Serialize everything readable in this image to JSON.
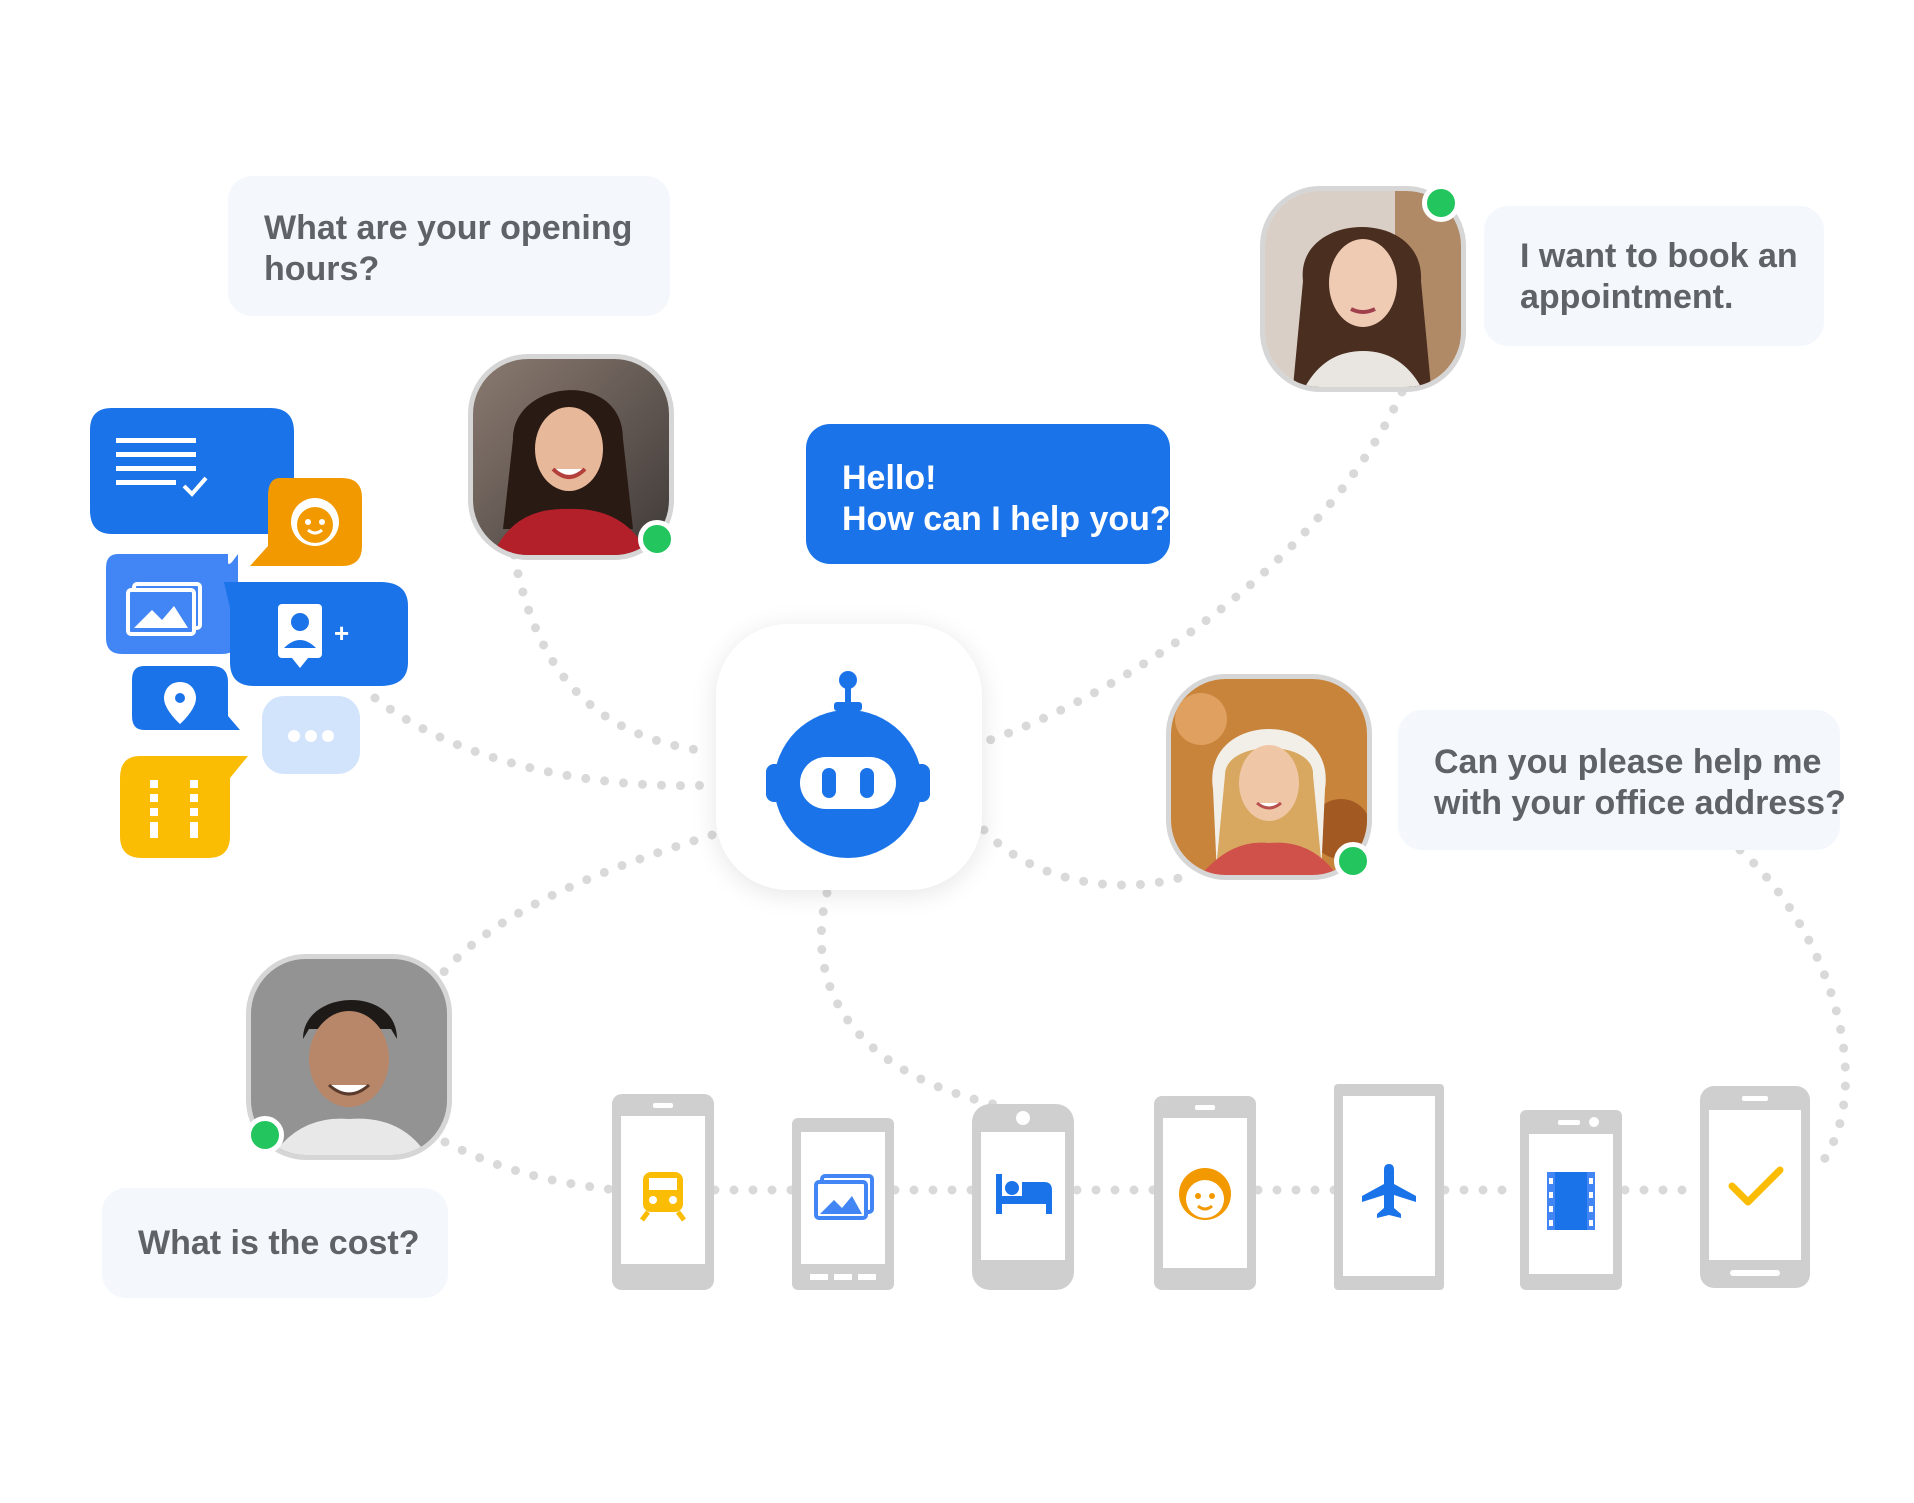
{
  "messages": {
    "opening_hours": [
      "What are your opening",
      "hours?"
    ],
    "book_appointment": [
      "I want to book an",
      "appointment."
    ],
    "greeting": [
      "Hello!",
      "How can I help you?"
    ],
    "office_address": [
      "Can you please help me",
      "with your office address?"
    ],
    "cost": "What is the cost?"
  },
  "bot": {
    "icon": "robot-icon"
  },
  "users": [
    {
      "name": "user-woman-red-sweater",
      "status": "online"
    },
    {
      "name": "user-woman-brown-hair",
      "status": "online"
    },
    {
      "name": "user-woman-hood",
      "status": "online"
    },
    {
      "name": "user-man-smiling",
      "status": "online"
    }
  ],
  "rich_content_icons": [
    "document-check-icon",
    "face-icon",
    "image-gallery-icon",
    "add-contact-icon",
    "location-pin-icon",
    "more-dots-icon",
    "film-icon"
  ],
  "devices": [
    {
      "icon": "train-icon"
    },
    {
      "icon": "image-gallery-icon"
    },
    {
      "icon": "hotel-bed-icon"
    },
    {
      "icon": "face-icon"
    },
    {
      "icon": "airplane-icon"
    },
    {
      "icon": "film-icon"
    },
    {
      "icon": "checkmark-icon"
    }
  ],
  "colors": {
    "accent_blue": "#1a73e8",
    "light_blue": "#4285f4",
    "yellow": "#fbbc04",
    "orange": "#f29900",
    "online_green": "#22c55e",
    "bubble_bg": "#f4f8fc",
    "bubble_text": "#5f6368",
    "device_gray": "#cfcfcf"
  }
}
